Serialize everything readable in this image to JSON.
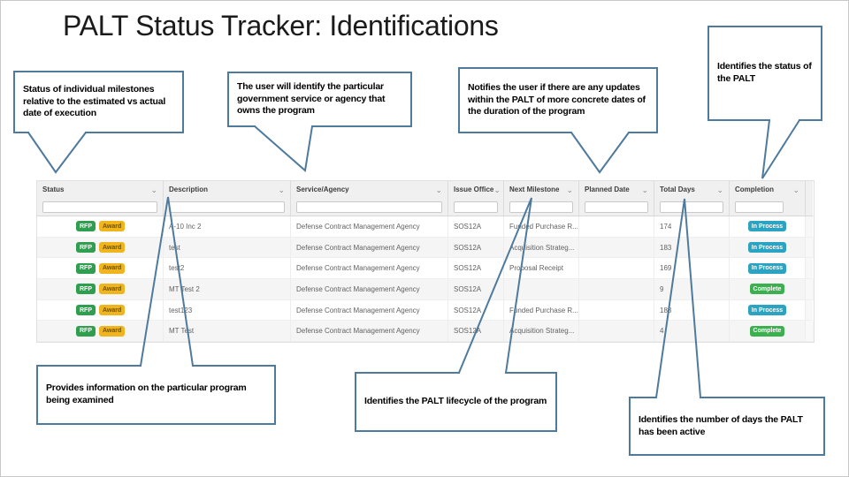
{
  "slide": {
    "title": "PALT Status Tracker: Identifications"
  },
  "callouts": [
    {
      "text": "Status of individual milestones relative to the estimated vs actual date of execution"
    },
    {
      "text": "The user will identify the particular government service or agency that owns the program"
    },
    {
      "text": "Notifies the user if there are any updates within the PALT of more concrete dates of the duration of the program"
    },
    {
      "text": "Identifies the status of the PALT"
    },
    {
      "text": "Provides information on the particular program being examined"
    },
    {
      "text": "Identifies the PALT lifecycle of the program"
    },
    {
      "text": "Identifies the number of days the PALT has been active"
    }
  ],
  "icons": {
    "sort_chevron": "⌄"
  },
  "table": {
    "columns": [
      "Status",
      "Description",
      "Service/Agency",
      "Issue Office",
      "Next Milestone",
      "Planned Date",
      "Total Days",
      "Completion"
    ],
    "rows": [
      {
        "badges": [
          "RFP",
          "Award"
        ],
        "description": "A-10 Inc 2",
        "service_agency": "Defense Contract Management Agency",
        "issue_office": "SOS12A",
        "next_milestone": "Funded Purchase R...",
        "planned_date": "",
        "total_days": "174",
        "completion": "In Process"
      },
      {
        "badges": [
          "RFP",
          "Award"
        ],
        "description": "test",
        "service_agency": "Defense Contract Management Agency",
        "issue_office": "SOS12A",
        "next_milestone": "Acquisition Strateg...",
        "planned_date": "",
        "total_days": "183",
        "completion": "In Process"
      },
      {
        "badges": [
          "RFP",
          "Award"
        ],
        "description": "test2",
        "service_agency": "Defense Contract Management Agency",
        "issue_office": "SOS12A",
        "next_milestone": "Proposal Receipt",
        "planned_date": "",
        "total_days": "169",
        "completion": "In Process"
      },
      {
        "badges": [
          "RFP",
          "Award"
        ],
        "description": "MT Test 2",
        "service_agency": "Defense Contract Management Agency",
        "issue_office": "SOS12A",
        "next_milestone": "",
        "planned_date": "",
        "total_days": "9",
        "completion": "Complete"
      },
      {
        "badges": [
          "RFP",
          "Award"
        ],
        "description": "test123",
        "service_agency": "Defense Contract Management Agency",
        "issue_office": "SOS12A",
        "next_milestone": "Funded Purchase R...",
        "planned_date": "",
        "total_days": "183",
        "completion": "In Process"
      },
      {
        "badges": [
          "RFP",
          "Award"
        ],
        "description": "MT Test",
        "service_agency": "Defense Contract Management Agency",
        "issue_office": "SOS12A",
        "next_milestone": "Acquisition Strateg...",
        "planned_date": "",
        "total_days": "4",
        "completion": "Complete"
      }
    ]
  },
  "colors": {
    "callout_border": "#4e7a9e",
    "title_text": "#1b1b1b",
    "rfp_badge": "#2f9e4f",
    "award_badge": "#efb41e",
    "award_badge_text": "#6b5200",
    "in_process_badge": "#2aa4c2",
    "complete_badge": "#3ab04f"
  }
}
